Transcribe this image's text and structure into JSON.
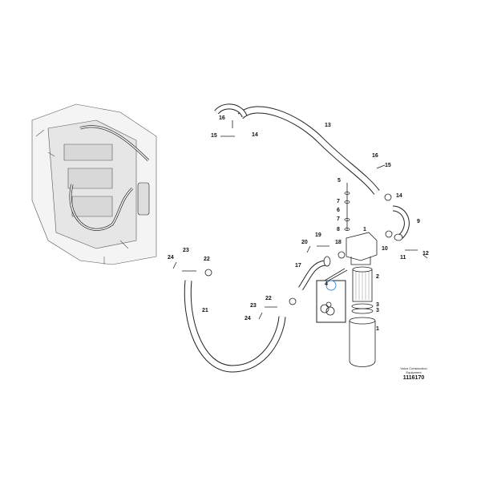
{
  "diagram": {
    "callouts": [
      "16",
      "15",
      "14",
      "13",
      "16",
      "15",
      "5",
      "7",
      "6",
      "7",
      "8",
      "14",
      "9",
      "1",
      "19",
      "20",
      "18",
      "10",
      "11",
      "12",
      "23",
      "24",
      "22",
      "17",
      "2",
      "4",
      "3",
      "3",
      "1",
      "21",
      "22",
      "23",
      "24"
    ],
    "credit_line1": "Volvo Construction",
    "credit_line2": "Equipment",
    "document_number": "1116170",
    "highlight_color": "#4a90d9"
  }
}
